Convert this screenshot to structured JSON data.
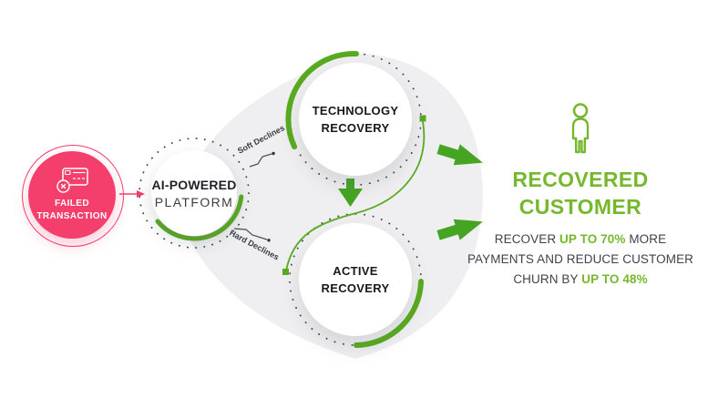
{
  "palette": {
    "pink": "#f43f6d",
    "green_arc": "#58ab20",
    "green_text": "#76b82d",
    "dark_text": "#17191d",
    "body_text": "#3e434a",
    "blob_gray": "#efeff1"
  },
  "icons": {
    "failed": "declined-card-icon",
    "recovered": "person-icon",
    "flow_down": "down-arrow-icon",
    "to_customer_top": "right-block-arrow-icon",
    "to_customer_bottom": "right-block-arrow-icon"
  },
  "failed": {
    "line1": "FAILED",
    "line2": "TRANSACTION"
  },
  "platform": {
    "line1": "AI-POWERED",
    "line2": "PLATFORM"
  },
  "paths": {
    "soft": "Soft Declines",
    "hard": "Hard Declines"
  },
  "technology": {
    "line1": "TECHNOLOGY",
    "line2": "RECOVERY"
  },
  "active": {
    "line1": "ACTIVE",
    "line2": "RECOVERY"
  },
  "recovered": {
    "line1": "RECOVERED",
    "line2": "CUSTOMER",
    "benefit": {
      "l1a": "RECOVER ",
      "l1b": "UP TO 70%",
      "l1c": " MORE",
      "l2": "PAYMENTS AND REDUCE CUSTOMER",
      "l3a": "CHURN BY ",
      "l3b": "UP TO 48%"
    }
  }
}
